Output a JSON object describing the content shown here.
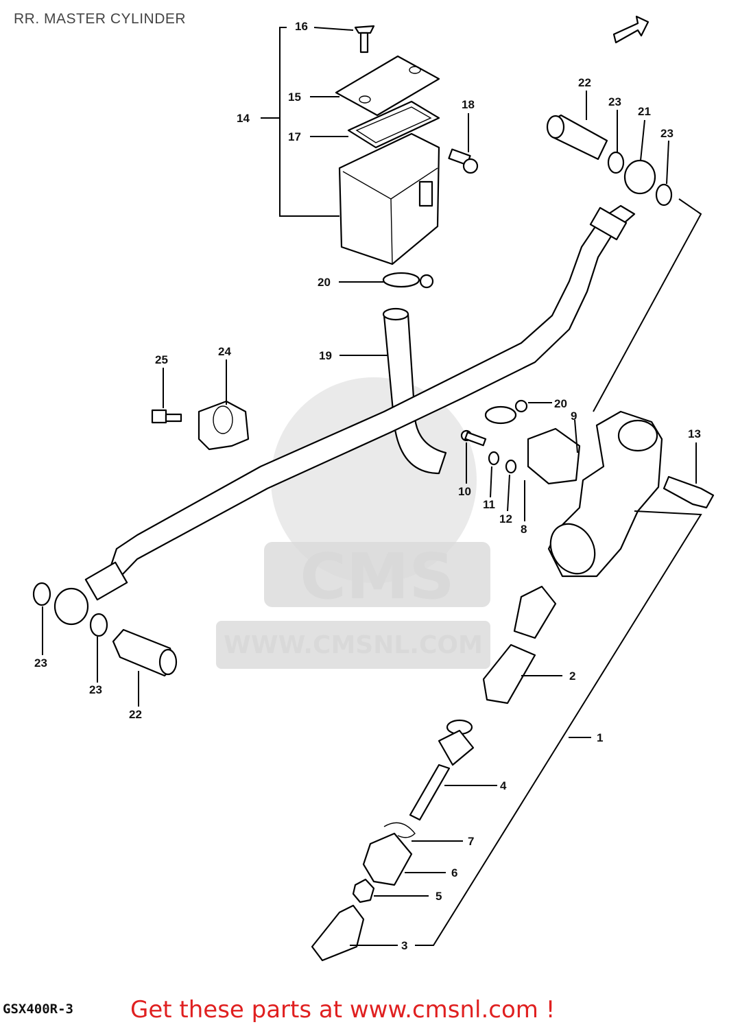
{
  "page": {
    "title": "RR. MASTER CYLINDER",
    "model_code": "GSX400R-3",
    "footer_text": "Get these parts at www.cmsnl.com !"
  },
  "watermark": {
    "brand": "CMS",
    "url": "WWW.CMSNL.COM"
  },
  "callouts": [
    "1",
    "2",
    "3",
    "4",
    "5",
    "6",
    "7",
    "8",
    "9",
    "10",
    "11",
    "12",
    "13",
    "14",
    "15",
    "16",
    "17",
    "18",
    "19",
    "20",
    "20",
    "21",
    "22",
    "22",
    "23",
    "23",
    "23",
    "23",
    "24",
    "25"
  ],
  "colors": {
    "line": "#000000",
    "footer": "#e02020",
    "watermark": "#d9d9d9"
  }
}
